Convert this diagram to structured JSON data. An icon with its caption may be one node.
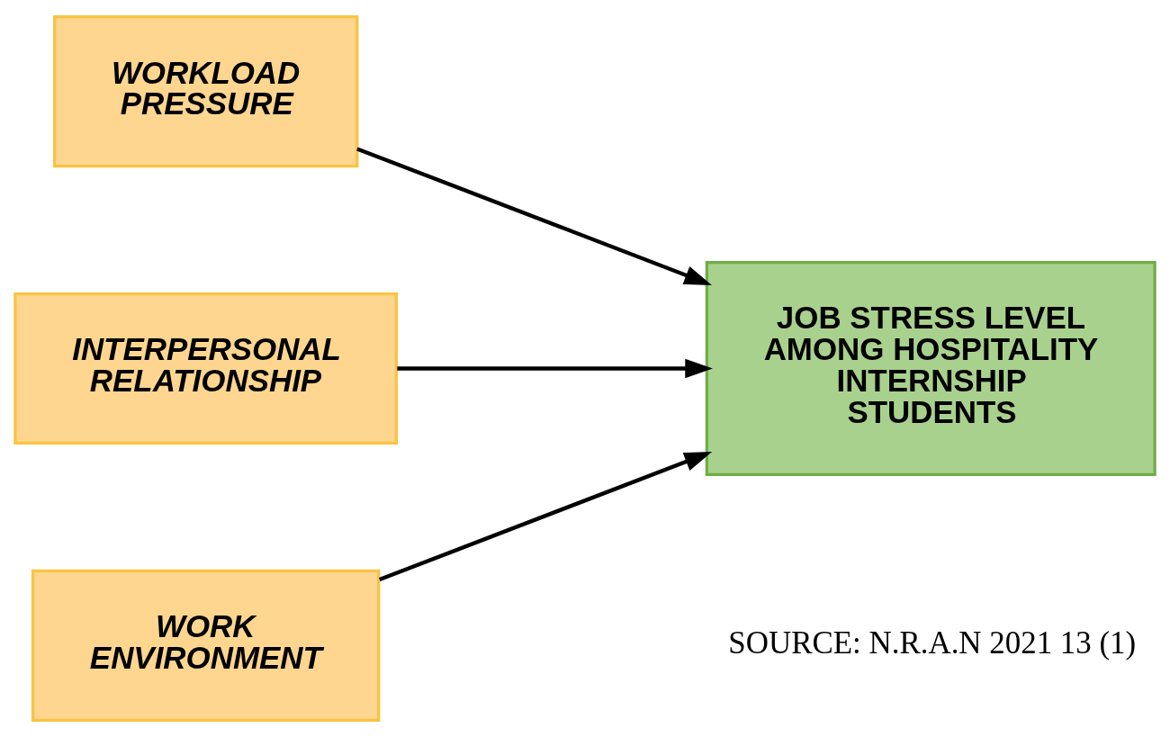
{
  "diagram": {
    "nodes": [
      {
        "text": [
          "WORKLOAD PRESSURE"
        ]
      },
      {
        "text": [
          "INTERPERSONAL RELATIONSHIP"
        ]
      },
      {
        "text": [
          "WORK ENVIRONMENT"
        ]
      },
      {
        "text": [
          "JOB STRESS LEVEL AMONG HOSPITALITY INTERNSHIP STUDENTS"
        ]
      }
    ],
    "edges": [
      {
        "from": 0,
        "to": 3,
        "arrow": "to"
      },
      {
        "from": 1,
        "to": 3,
        "arrow": "to"
      },
      {
        "from": 2,
        "to": 3,
        "arrow": "to"
      }
    ],
    "labels": [
      "SOURCE: N.R.A.N 2021 13 (1)"
    ]
  }
}
